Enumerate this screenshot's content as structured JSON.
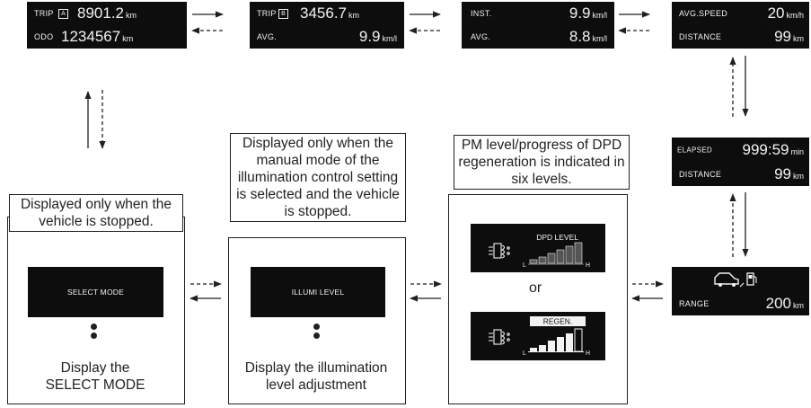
{
  "screens": {
    "trip_a": {
      "row1_label": "TRIP",
      "row1_value": "8901.2",
      "row1_unit": "km",
      "row2_label": "ODO",
      "row2_value": "1234567",
      "row2_unit": "km"
    },
    "trip_b": {
      "row1_label": "TRIP",
      "row1_value": "3456.7",
      "row1_unit": "km",
      "row2_label": "AVG.",
      "row2_value": "9.9",
      "row2_unit": "km/l"
    },
    "inst": {
      "row1_label": "INST.",
      "row1_value": "9.9",
      "row1_unit": "km/l",
      "row2_label": "AVG.",
      "row2_value": "8.8",
      "row2_unit": "km/l"
    },
    "avg_speed": {
      "row1_label": "AVG.SPEED",
      "row1_value": "20",
      "row1_unit": "km/h",
      "row2_label": "DISTANCE",
      "row2_value": "99",
      "row2_unit": "km"
    },
    "elapsed": {
      "row1_label": "ELAPSED",
      "row1_value": "999:59",
      "row1_unit": "min",
      "row2_label": "DISTANCE",
      "row2_value": "99",
      "row2_unit": "km"
    },
    "range": {
      "label": "RANGE",
      "value": "200",
      "unit": "km"
    },
    "select_mode": {
      "text": "SELECT MODE"
    },
    "illumi_level": {
      "text": "ILLUMI LEVEL"
    },
    "dpd_level": {
      "title": "DPD LEVEL",
      "low": "L",
      "high": "H"
    },
    "regen": {
      "title": "REGEN.",
      "low": "L",
      "high": "H"
    }
  },
  "captions": {
    "select": "Displayed only when the vehicle is stopped.",
    "illumi": "Displayed only when the manual mode of the illumination control setting is selected and the vehicle is stopped.",
    "dpd": "PM level/progress of DPD regeneration is indicated in six levels."
  },
  "bottom_text": {
    "select": "Display the SELECT MODE",
    "illumi": "Display the illumination level adjustment"
  },
  "or_text": "or"
}
